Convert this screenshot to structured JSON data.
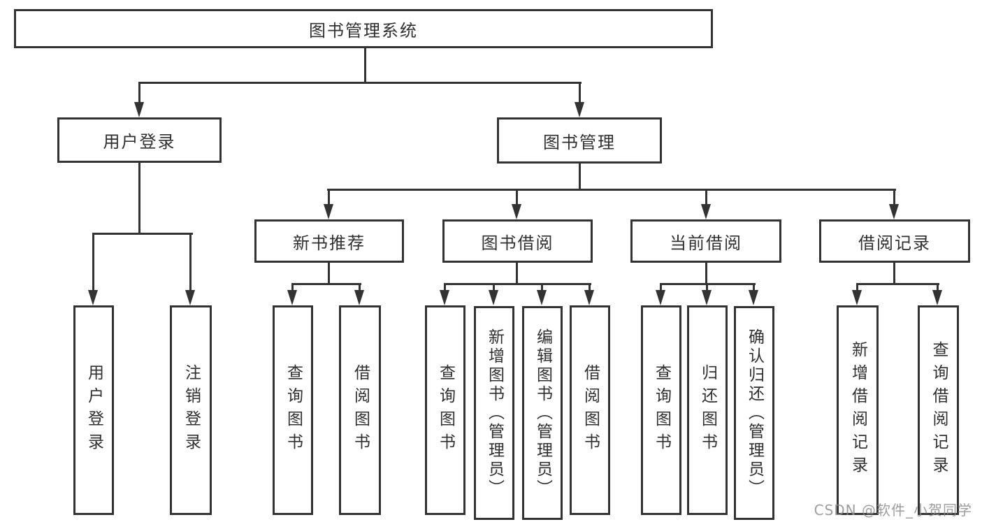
{
  "colors": {
    "line": "#333333",
    "text": "#2f2f2f",
    "background": "#ffffff",
    "watermark": "#9e9e9e"
  },
  "watermark": {
    "text": "CSDN @软件_小贺同学"
  },
  "tree": {
    "label": "图书管理系统",
    "children": [
      {
        "label": "用户登录",
        "children": [
          {
            "label": "用户登录"
          },
          {
            "label": "注销登录"
          }
        ]
      },
      {
        "label": "图书管理",
        "children": [
          {
            "label": "新书推荐",
            "children": [
              {
                "label": "查询图书"
              },
              {
                "label": "借阅图书"
              }
            ]
          },
          {
            "label": "图书借阅",
            "children": [
              {
                "label": "查询图书"
              },
              {
                "label": "新增图书（管理员）"
              },
              {
                "label": "编辑图书（管理员）"
              },
              {
                "label": "借阅图书"
              }
            ]
          },
          {
            "label": "当前借阅",
            "children": [
              {
                "label": "查询图书"
              },
              {
                "label": "归还图书"
              },
              {
                "label": "确认归还（管理员）"
              }
            ]
          },
          {
            "label": "借阅记录",
            "children": [
              {
                "label": "新增借阅记录"
              },
              {
                "label": "查询借阅记录"
              }
            ]
          }
        ]
      }
    ]
  }
}
